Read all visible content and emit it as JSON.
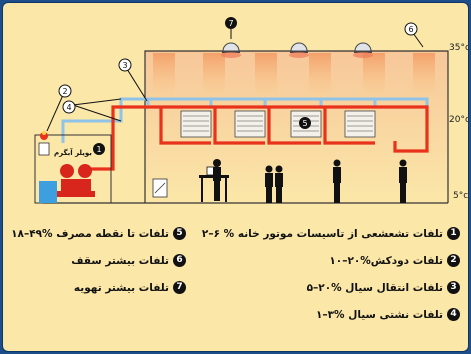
{
  "diagram": {
    "boiler_label": "بویلر آبگرم",
    "temperatures": {
      "top": "35°c",
      "middle": "20°c",
      "bottom": "5°c"
    },
    "callout_numbers": [
      "1",
      "2",
      "3",
      "4",
      "5",
      "6",
      "7"
    ]
  },
  "legend": [
    {
      "num": "1",
      "text": "تلفات تشعشعی از تاسیسات موتور خانه % ۶–۲"
    },
    {
      "num": "2",
      "text": "تلفات دودکش%۲۰–۱۰"
    },
    {
      "num": "3",
      "text": "تلفات انتقال سیال %۲۰–۵"
    },
    {
      "num": "4",
      "text": "تلفات نشتی سیال %۳–۱"
    },
    {
      "num": "5",
      "text": "تلفات تا نقطه مصرف %۴۹–۱۸"
    },
    {
      "num": "6",
      "text": "تلفات بیشتر سقف"
    },
    {
      "num": "7",
      "text": "تلفات بیشتر تهویه"
    }
  ],
  "colors": {
    "background": "#fbe7a8",
    "border": "#1d4e8a",
    "supply_pipe": "#e8321c",
    "return_pipe": "#8fc3e8",
    "boiler": "#d9261c",
    "heat_glow": "#f7b27a"
  }
}
